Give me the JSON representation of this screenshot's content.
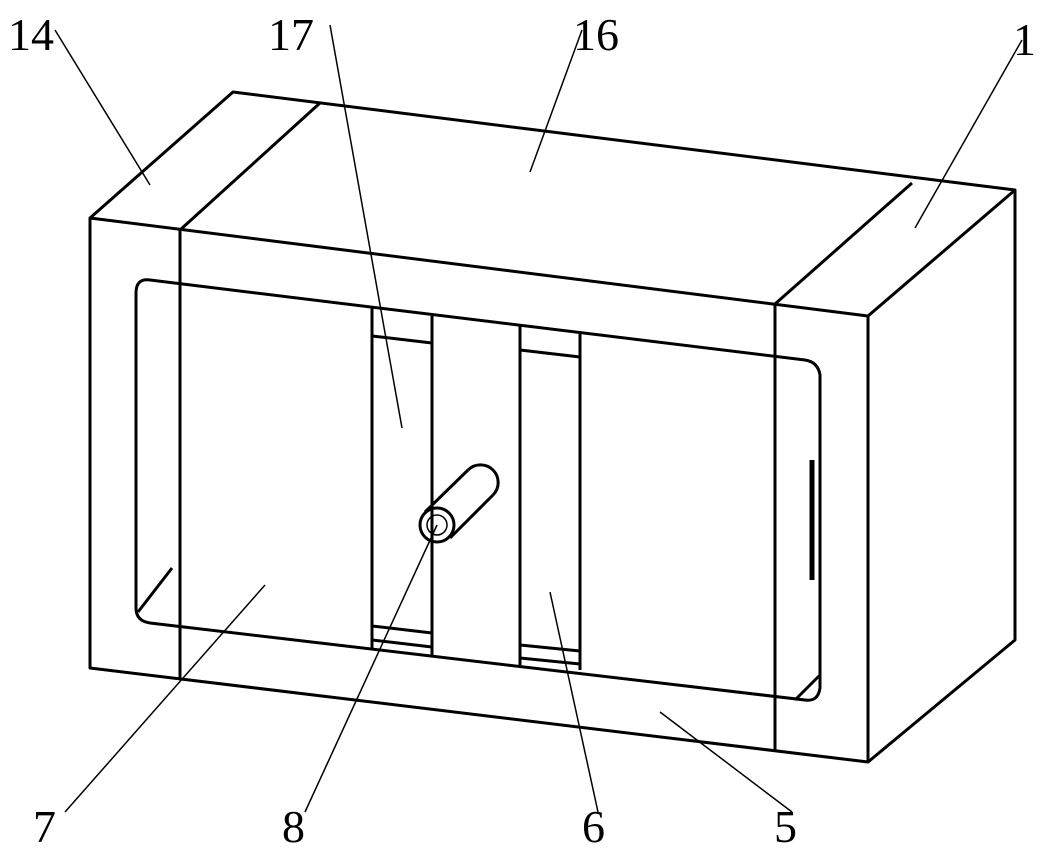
{
  "figure": {
    "labels": {
      "l14": "14",
      "l17": "17",
      "l16": "16",
      "l1": "1",
      "l7": "7",
      "l8": "8",
      "l6": "6",
      "l5": "5"
    }
  }
}
